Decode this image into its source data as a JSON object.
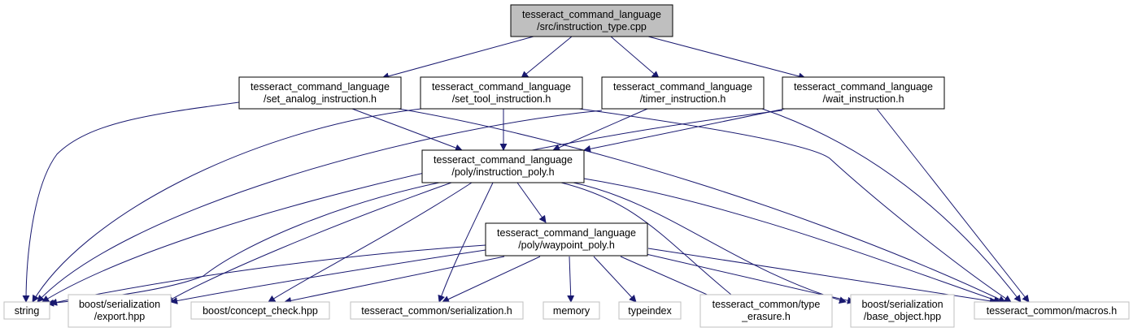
{
  "colors": {
    "edge": "#191970",
    "root_fill": "#bfbfbf",
    "node_border": "#000000",
    "external_border": "#bfbfbf",
    "background": "#ffffff"
  },
  "nodes": {
    "root": {
      "line1": "tesseract_command_language",
      "line2": "/src/instruction_type.cpp"
    },
    "set_analog": {
      "line1": "tesseract_command_language",
      "line2": "/set_analog_instruction.h"
    },
    "set_tool": {
      "line1": "tesseract_command_language",
      "line2": "/set_tool_instruction.h"
    },
    "timer": {
      "line1": "tesseract_command_language",
      "line2": "/timer_instruction.h"
    },
    "wait": {
      "line1": "tesseract_command_language",
      "line2": "/wait_instruction.h"
    },
    "instruction_poly": {
      "line1": "tesseract_command_language",
      "line2": "/poly/instruction_poly.h"
    },
    "waypoint_poly": {
      "line1": "tesseract_command_language",
      "line2": "/poly/waypoint_poly.h"
    },
    "string": {
      "line1": "string"
    },
    "export": {
      "line1": "boost/serialization",
      "line2": "/export.hpp"
    },
    "concept_check": {
      "line1": "boost/concept_check.hpp"
    },
    "serialization": {
      "line1": "tesseract_common/serialization.h"
    },
    "memory": {
      "line1": "memory"
    },
    "typeindex": {
      "line1": "typeindex"
    },
    "type_erasure": {
      "line1": "tesseract_common/type",
      "line2": "_erasure.h"
    },
    "base_object": {
      "line1": "boost/serialization",
      "line2": "/base_object.hpp"
    },
    "macros": {
      "line1": "tesseract_common/macros.h"
    }
  }
}
